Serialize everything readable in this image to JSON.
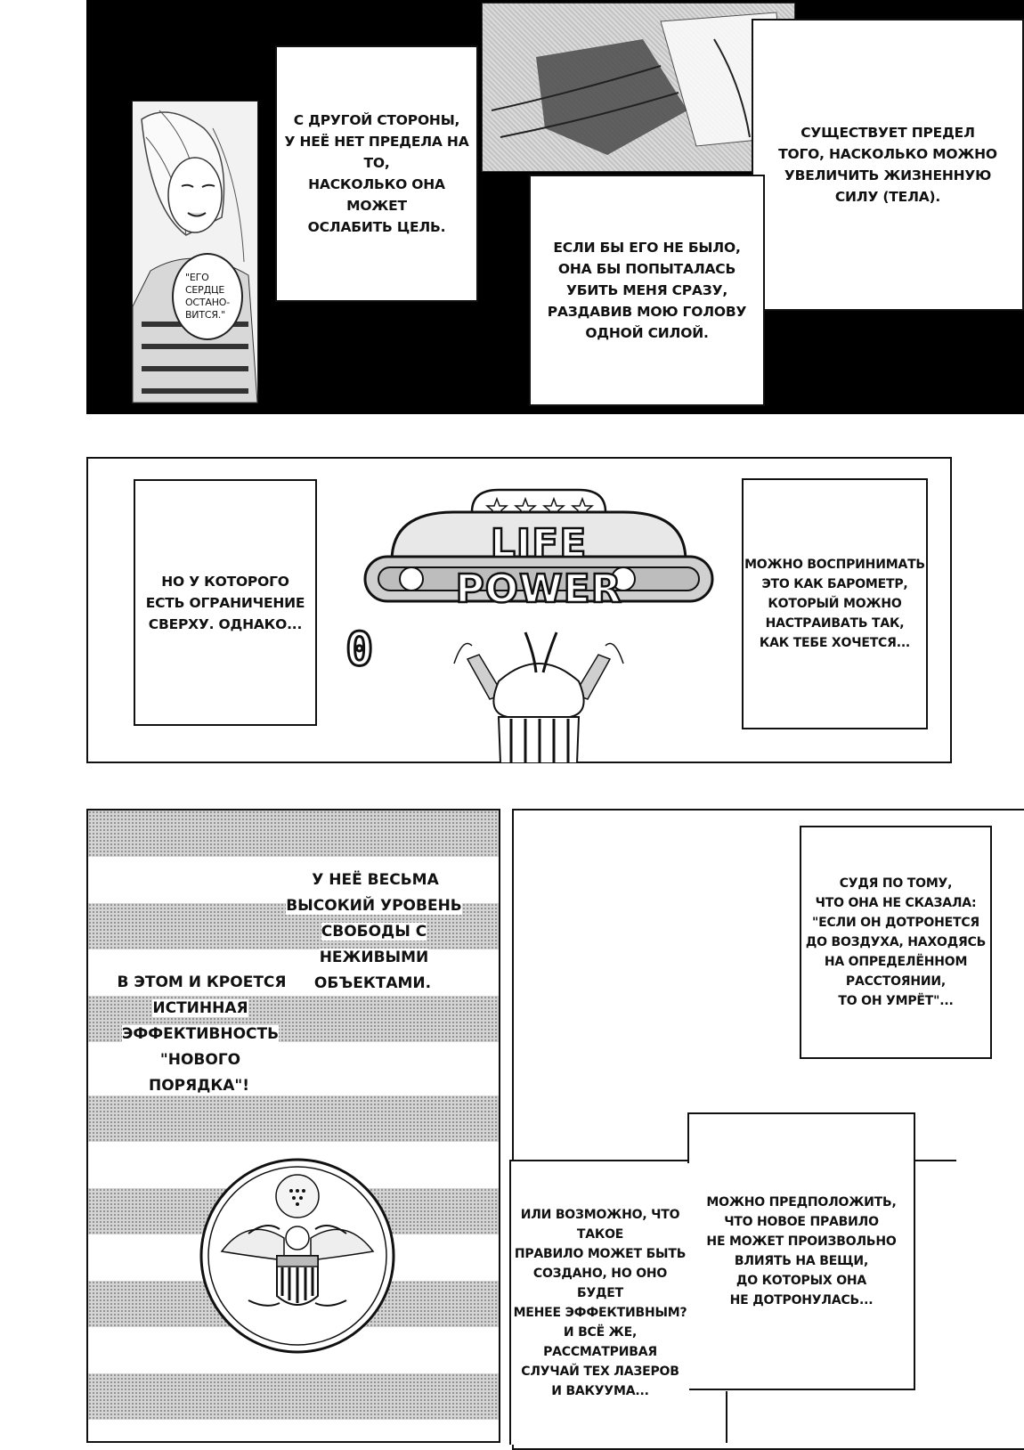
{
  "panel1": {
    "caption_left": "С ДРУГОЙ СТОРОНЫ,\nУ НЕЁ НЕТ ПРЕДЕЛА НА ТО,\nНАСКОЛЬКО ОНА МОЖЕТ\nОСЛАБИТЬ ЦЕЛЬ.",
    "bubble": "\"ЕГО\nСЕРДЦЕ\nОСТАНО-\nВИТСЯ.\"",
    "caption_right": "СУЩЕСТВУЕТ ПРЕДЕЛ\nТОГО, НАСКОЛЬКО МОЖНО\nУВЕЛИЧИТЬ ЖИЗНЕННУЮ\nСИЛУ (ТЕЛА).",
    "caption_center": "ЕСЛИ БЫ ЕГО НЕ БЫЛО,\nОНА БЫ ПОПЫТАЛАСЬ\nУБИТЬ МЕНЯ СРАЗУ,\nРАЗДАВИВ МОЮ ГОЛОВУ\nОДНОЙ СИЛОЙ."
  },
  "panel2": {
    "caption_left": "НО У КОТОРОГО\nЕСТЬ ОГРАНИЧЕНИЕ\nСВЕРХУ. ОДНАКО...",
    "sign_text": "LIFE POWER",
    "meter_digit": "0",
    "caption_right": "МОЖНО ВОСПРИНИМАТЬ\nЭТО КАК БАРОМЕТР,\nКОТОРЫЙ МОЖНО\nНАСТРАИВАТЬ ТАК,\nКАК ТЕБЕ ХОЧЕТСЯ..."
  },
  "panel3": {
    "text_a": "У НЕЁ ВЕСЬМА\nВЫСОКИЙ УРОВЕНЬ\nСВОБОДЫ С НЕЖИВЫМИ\nОБЪЕКТАМИ.",
    "text_b": "В ЭТОМ И КРОЕТСЯ\nИСТИННАЯ\nЭФФЕКТИВНОСТЬ\n\"НОВОГО ПОРЯДКА\"!"
  },
  "panel4": {
    "caption": "СУДЯ ПО ТОМУ,\nЧТО ОНА НЕ СКАЗАЛА:\n\"ЕСЛИ ОН ДОТРОНЕТСЯ\nДО ВОЗДУХА, НАХОДЯСЬ\nНА ОПРЕДЕЛЁННОМ\nРАССТОЯНИИ,\nТО ОН УМРЁТ\"..."
  },
  "panel5": {
    "caption_left": "ИЛИ ВОЗМОЖНО, ЧТО ТАКОЕ\nПРАВИЛО МОЖЕТ БЫТЬ\nСОЗДАНО, НО ОНО БУДЕТ\nМЕНЕЕ ЭФФЕКТИВНЫМ?\nИ ВСЁ ЖЕ, РАССМАТРИВАЯ\nСЛУЧАЙ ТЕХ ЛАЗЕРОВ\nИ ВАКУУМА...",
    "caption_right": "МОЖНО ПРЕДПОЛОЖИТЬ,\nЧТО НОВОЕ ПРАВИЛО\nНЕ МОЖЕТ ПРОИЗВОЛЬНО\nВЛИЯТЬ НА ВЕЩИ,\nДО КОТОРЫХ ОНА\nНЕ ДОТРОНУЛАСЬ..."
  }
}
